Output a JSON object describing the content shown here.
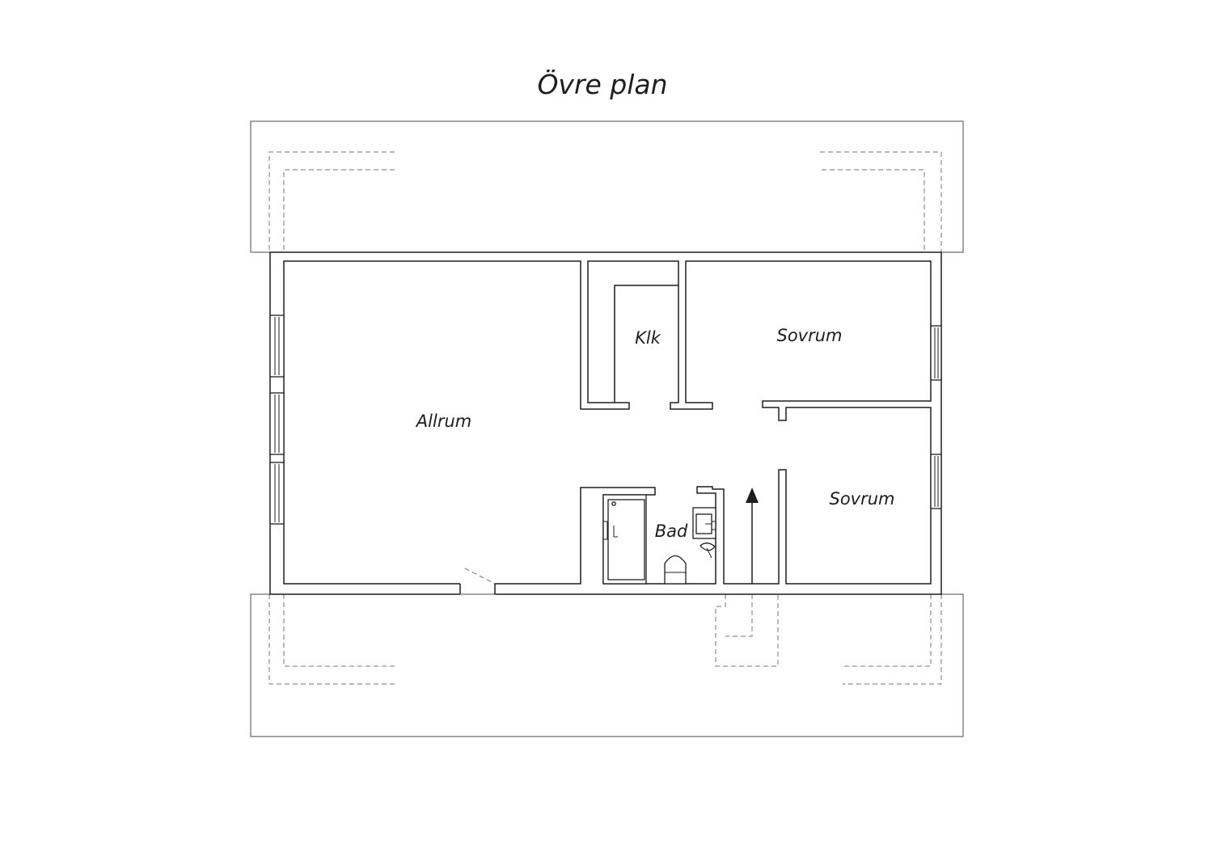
{
  "plan": {
    "title": "Övre plan",
    "rooms": {
      "allrum": "Allrum",
      "klk": "Klk",
      "sovrum_1": "Sovrum",
      "sovrum_2": "Sovrum",
      "bad": "Bad"
    }
  },
  "colors": {
    "line": "#1e1e1e",
    "dashed": "#777777",
    "background": "#ffffff"
  }
}
